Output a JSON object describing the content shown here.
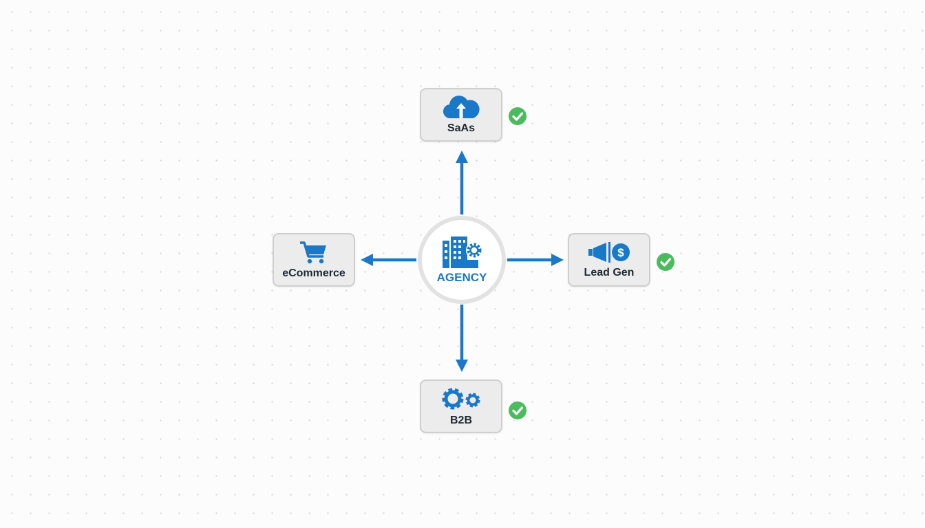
{
  "hub": {
    "label": "AGENCY",
    "icon": "building-gear-icon"
  },
  "nodes": [
    {
      "label": "SaAs",
      "icon": "cloud-upload-icon",
      "checked": true
    },
    {
      "label": "eCommerce",
      "icon": "shopping-cart-icon",
      "checked": false
    },
    {
      "label": "Lead Gen",
      "icon": "megaphone-dollar-icon",
      "checked": true
    },
    {
      "label": "B2B",
      "icon": "gears-icon",
      "checked": true
    }
  ],
  "colors": {
    "accent": "#1a78c8",
    "check": "#4cbb5e",
    "node_bg": "#ececec"
  }
}
